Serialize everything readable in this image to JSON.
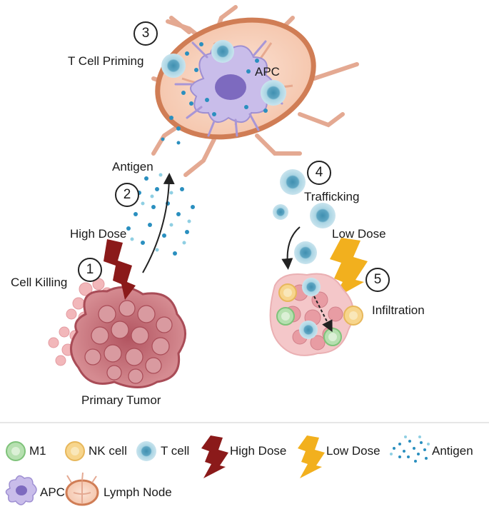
{
  "steps": [
    "1",
    "2",
    "3",
    "4",
    "5"
  ],
  "labels": {
    "t_cell_priming": "T Cell Priming",
    "apc": "APC",
    "antigen": "Antigen",
    "high_dose": "High Dose",
    "cell_killing": "Cell Killing",
    "trafficking": "Trafficking",
    "low_dose": "Low Dose",
    "infiltration": "Infiltration",
    "primary_tumor": "Primary Tumor"
  },
  "legend": {
    "m1": "M1",
    "nk_cell": "NK cell",
    "t_cell": "T cell",
    "high_dose": "High Dose",
    "low_dose": "Low Dose",
    "antigen": "Antigen",
    "apc": "APC",
    "lymph_node": "Lymph Node"
  },
  "colors": {
    "high_dose": "#8b1a1a",
    "low_dose": "#f2b01e",
    "t_cell": "#8fc3d6",
    "nk_cell": "#f7d58c",
    "m1": "#b6e0b0",
    "apc": "#b9a9e0",
    "lymph_node": "#e9a27d",
    "tumor": "#c96a73",
    "antigen": "#2a8fbf"
  }
}
